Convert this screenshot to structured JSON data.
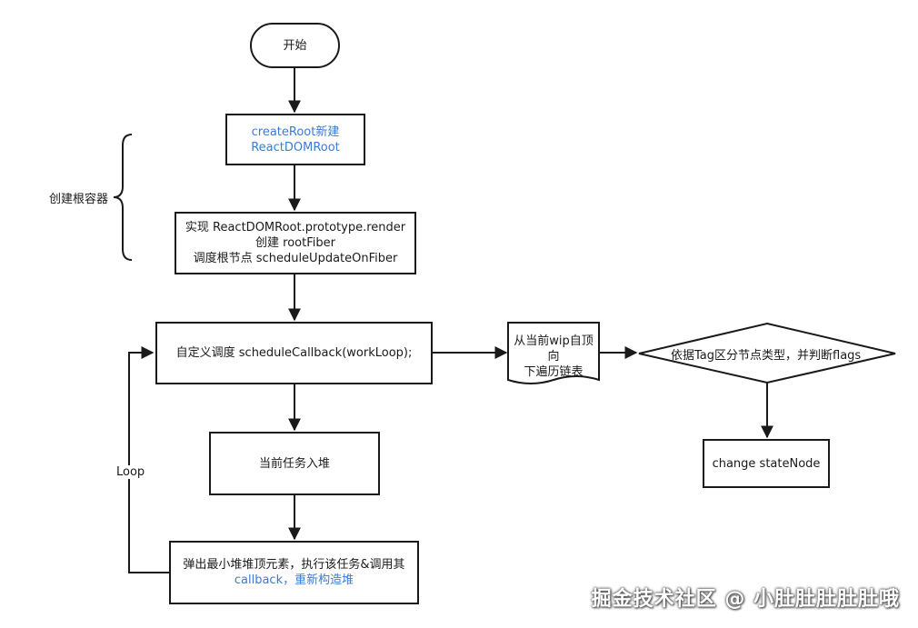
{
  "nodes": {
    "start": "开始",
    "create_root": {
      "line1": "createRoot新建",
      "line2": "ReactDOMRoot"
    },
    "render": {
      "line1": "实现 ReactDOMRoot.prototype.render",
      "line2": "创建 rootFiber",
      "line3": "调度根节点 scheduleUpdateOnFiber"
    },
    "schedule": "自定义调度 scheduleCallback(workLoop);",
    "push_task": "当前任务入堆",
    "pop_task": {
      "line1": "弹出最小堆堆顶元素，执行该任务&调用其",
      "line2": "callback，重新构造堆"
    },
    "traverse": {
      "line1": "从当前wip自顶向",
      "line2": "下遍历链表"
    },
    "decision": "依据Tag区分节点类型，并判断flags",
    "change": "change stateNode"
  },
  "labels": {
    "create_container": "创建根容器",
    "loop": "Loop"
  },
  "watermark": "掘金技术社区 @ 小肚肚肚肚肚哦",
  "colors": {
    "stroke": "#1a1a1a",
    "highlight_text": "#3a7bd5"
  }
}
